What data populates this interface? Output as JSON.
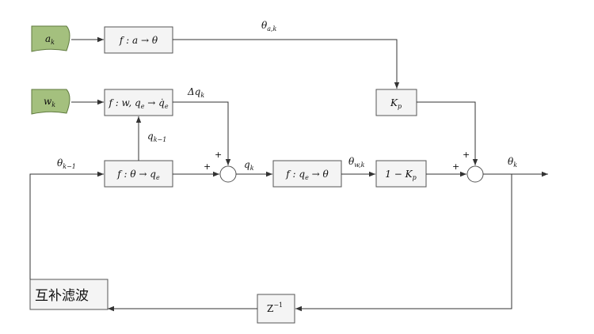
{
  "terminals": {
    "a_k": {
      "main": "a",
      "sub": "k"
    },
    "w_k": {
      "main": "w",
      "sub": "k"
    }
  },
  "blocks": {
    "acc_to_angle": "f : a → θ",
    "gyro_to_dq": {
      "main": "f : w, q",
      "sub1": "e",
      "arrow": " → q̇",
      "sub2": "e"
    },
    "kp": {
      "main": "K",
      "sub": "p"
    },
    "theta_to_q": {
      "main": "f : θ → q",
      "sub": "e"
    },
    "q_to_theta": {
      "main": "f : q",
      "sub": "e",
      "rest": " → θ"
    },
    "one_minus_kp": {
      "main": "1 − K",
      "sub": "p"
    },
    "delay": {
      "main": "Z",
      "sup": "−1"
    },
    "filter_name": "互补滤波"
  },
  "signals": {
    "theta_ak": {
      "main": "θ",
      "sub": "a,k"
    },
    "delta_qk": {
      "main": "Δq",
      "sub": "k"
    },
    "q_k_minus_1": {
      "main": "q",
      "sub": "k−1"
    },
    "theta_k_minus_1": {
      "main": "θ",
      "sub": "k−1"
    },
    "q_k": {
      "main": "q",
      "sub": "k"
    },
    "theta_wk": {
      "main": "θ",
      "sub": "w,k"
    },
    "theta_k": {
      "main": "θ",
      "sub": "k"
    }
  },
  "signs": {
    "sum1_left": "+",
    "sum1_top": "+",
    "sum2_left": "+",
    "sum2_top": "+"
  },
  "colors": {
    "terminal_fill": "#a4c07e",
    "block_fill": "#f4f4f4",
    "line": "#333333"
  }
}
